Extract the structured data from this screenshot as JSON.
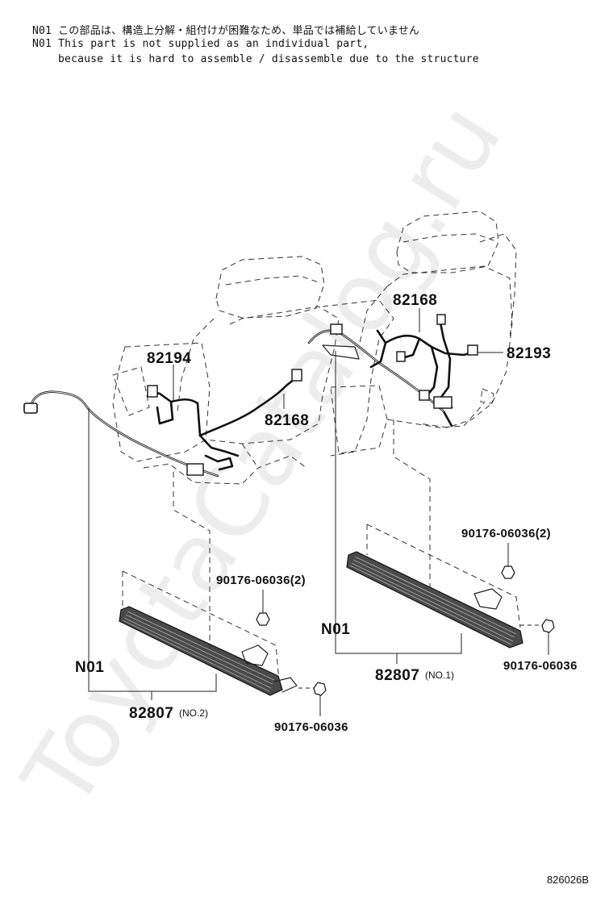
{
  "notes": {
    "line1": "N01 この部品は、構造上分解・組付けが困難なため、単品では補給していません",
    "line2": "N01 This part is not supplied as an individual part,",
    "line3": "because it is hard to assemble / disassemble due to the structure"
  },
  "watermark": "ToyotaCatalog.ru",
  "callouts": {
    "p82194": "82194",
    "p82168_top": "82168",
    "p82193": "82193",
    "p82168_mid": "82168",
    "clip_left_qty": "90176-06036(2)",
    "clip_right_qty": "90176-06036(2)",
    "clip_left_single": "90176-06036",
    "clip_right_single": "90176-06036",
    "n01_left": "N01",
    "n01_right": "N01",
    "mat_left_num": "82807",
    "mat_left_sub": "(NO.2)",
    "mat_right_num": "82807",
    "mat_right_sub": "(NO.1)"
  },
  "doc_id": "826026B"
}
